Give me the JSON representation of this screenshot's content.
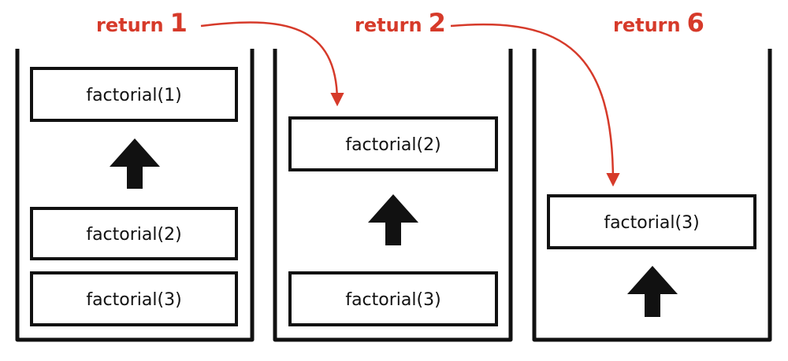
{
  "colors": {
    "ink": "#111111",
    "accent": "#d63a2a",
    "background": "#ffffff"
  },
  "returns": [
    {
      "word": "return",
      "value": "1"
    },
    {
      "word": "return",
      "value": "2"
    },
    {
      "word": "return",
      "value": "6"
    }
  ],
  "stacks": [
    {
      "frames": [
        "factorial(1)",
        "factorial(2)",
        "factorial(3)"
      ]
    },
    {
      "frames": [
        "factorial(2)",
        "factorial(3)"
      ]
    },
    {
      "frames": [
        "factorial(3)"
      ]
    }
  ]
}
